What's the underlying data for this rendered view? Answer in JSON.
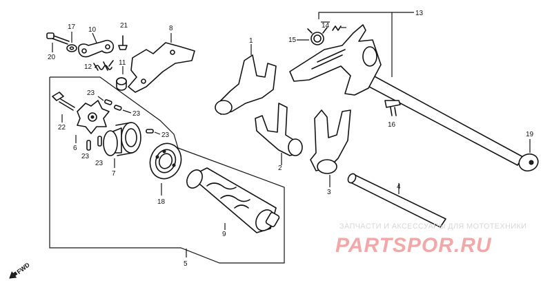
{
  "callouts": {
    "p1": "1",
    "p2": "2",
    "p3": "3",
    "p4": "4",
    "p5": "5",
    "p6": "6",
    "p7": "7",
    "p8": "8",
    "p9": "9",
    "p10": "10",
    "p11": "11",
    "p12": "12",
    "p13": "13",
    "p14": "14",
    "p15": "15",
    "p16": "16",
    "p17": "17",
    "p18": "18",
    "p19": "19",
    "p20": "20",
    "p21": "21",
    "p22": "22",
    "p23a": "23",
    "p23b": "23",
    "p23c": "23",
    "p23d": "23",
    "p23e": "23"
  },
  "fwd_label": "FWD",
  "watermark": {
    "tagline": "ЗАПЧАСТИ И АКСЕССУАРЫ ДЛЯ МОТОТЕХНИКИ",
    "brand": "PARTSPOR.RU"
  },
  "colors": {
    "line": "#111111",
    "watermark_brand": "#f2a8a8",
    "watermark_tagline": "#d7d7d7"
  }
}
